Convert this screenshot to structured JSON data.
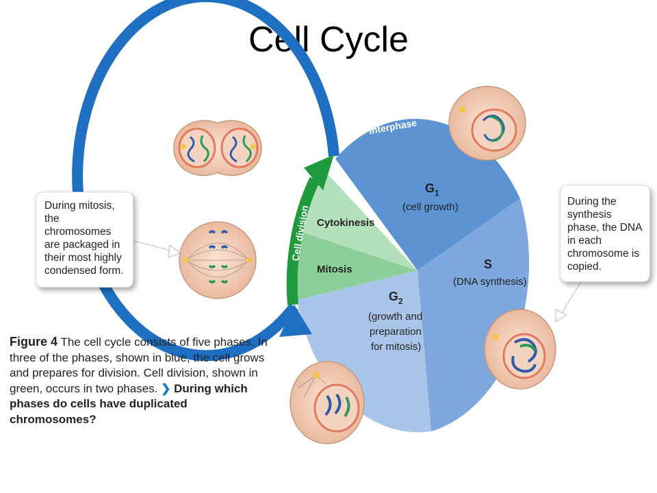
{
  "title": "Cell Cycle",
  "labels": {
    "interphase": "Interphase",
    "cell_division": "Cell division",
    "g1_name": "G",
    "g1_sub": "1",
    "g1_desc": "(cell growth)",
    "s_name": "S",
    "s_desc": "(DNA synthesis)",
    "g2_name": "G",
    "g2_sub": "2",
    "g2_desc": [
      "(growth and",
      "preparation",
      "for mitosis)"
    ],
    "cytokinesis": "Cytokinesis",
    "mitosis": "Mitosis"
  },
  "callouts": {
    "left": "During mitosis, the chromosomes are packaged in their most highly condensed form.",
    "right": "During the synthesis phase, the DNA in each chromosome is copied."
  },
  "caption": {
    "figure_label": "Figure 4",
    "text": "The cell cycle consists of five phases. In three of the phases, shown in blue, the cell grows and prepares for division. Cell division, shown in green, occurs in two phases.",
    "arrow": "❯",
    "question": "During which phases do cells have duplicated chromosomes?"
  },
  "colors": {
    "interphase_ring": "#1f6fc2",
    "division_arrow": "#1f9a3c",
    "g1": "#5c93d3",
    "s": "#7ea8dd",
    "g2": "#a9c6ea",
    "cytokinesis": "#b5e0bc",
    "mitosis": "#8ccf98",
    "cell_fill": "#f1ccb6",
    "nucleus_ring": "#e2795d"
  }
}
